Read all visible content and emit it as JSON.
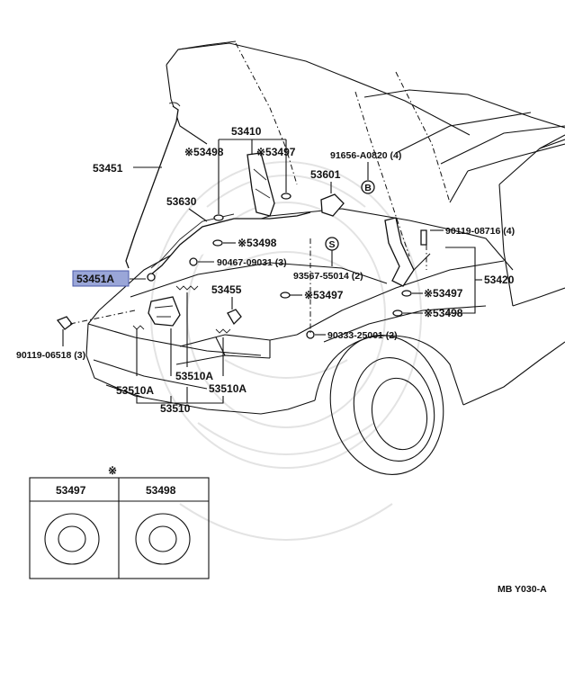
{
  "labels": {
    "p53410": "53410",
    "p53498_top": "※53498",
    "p53497_top": "※53497",
    "p53451": "53451",
    "p91656": "91656-A0820 (4)",
    "p53601": "53601",
    "p53630": "53630",
    "p90119_08716": "90119-08716 (4)",
    "p53498_mid": "※53498",
    "p90467": "90467-09031 (3)",
    "p93567": "93567-55014 (2)",
    "p53420": "53420",
    "p53451A": "53451A",
    "p53455": "53455",
    "p53497_mid": "※53497",
    "p53497_right": "※53497",
    "p53498_right": "※53498",
    "p90333": "90333-25001 (2)",
    "p90119_06518": "90119-06518 (3)",
    "p53510A_a": "53510A",
    "p53510A_b": "53510A",
    "p53510A_c": "53510A",
    "p53510": "53510",
    "circle_b": "B",
    "circle_s": "S"
  },
  "inset": {
    "mark": "※",
    "col1": "53497",
    "col2": "53498"
  },
  "figure_code": "MB  Y030-A",
  "colors": {
    "ink": "#111111",
    "highlight_fill": "#9aa6d8",
    "highlight_stroke": "#4a58a8"
  }
}
